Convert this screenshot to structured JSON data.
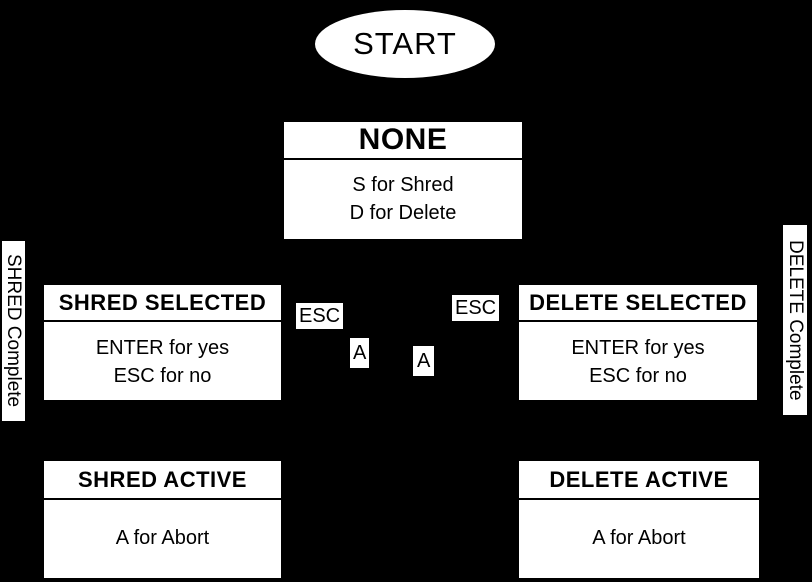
{
  "diagram": {
    "type": "state-machine",
    "colors": {
      "background": "#000000",
      "node_fill": "#ffffff",
      "node_text": "#000000"
    },
    "nodes": {
      "start": {
        "label": "START"
      },
      "none": {
        "title": "NONE",
        "lines": [
          "S for Shred",
          "D for Delete"
        ]
      },
      "shred_selected": {
        "title": "SHRED SELECTED",
        "lines": [
          "ENTER for yes",
          "ESC for no"
        ]
      },
      "delete_selected": {
        "title": "DELETE SELECTED",
        "lines": [
          "ENTER for yes",
          "ESC for no"
        ]
      },
      "shred_active": {
        "title": "SHRED ACTIVE",
        "lines": [
          "A for Abort"
        ]
      },
      "delete_active": {
        "title": "DELETE ACTIVE",
        "lines": [
          "A for Abort"
        ]
      }
    },
    "edge_labels": {
      "esc_left": "ESC",
      "esc_right": "ESC",
      "a_left": "A",
      "a_right": "A",
      "shred_complete": "SHRED Complete",
      "delete_complete": "DELETE Complete"
    }
  }
}
